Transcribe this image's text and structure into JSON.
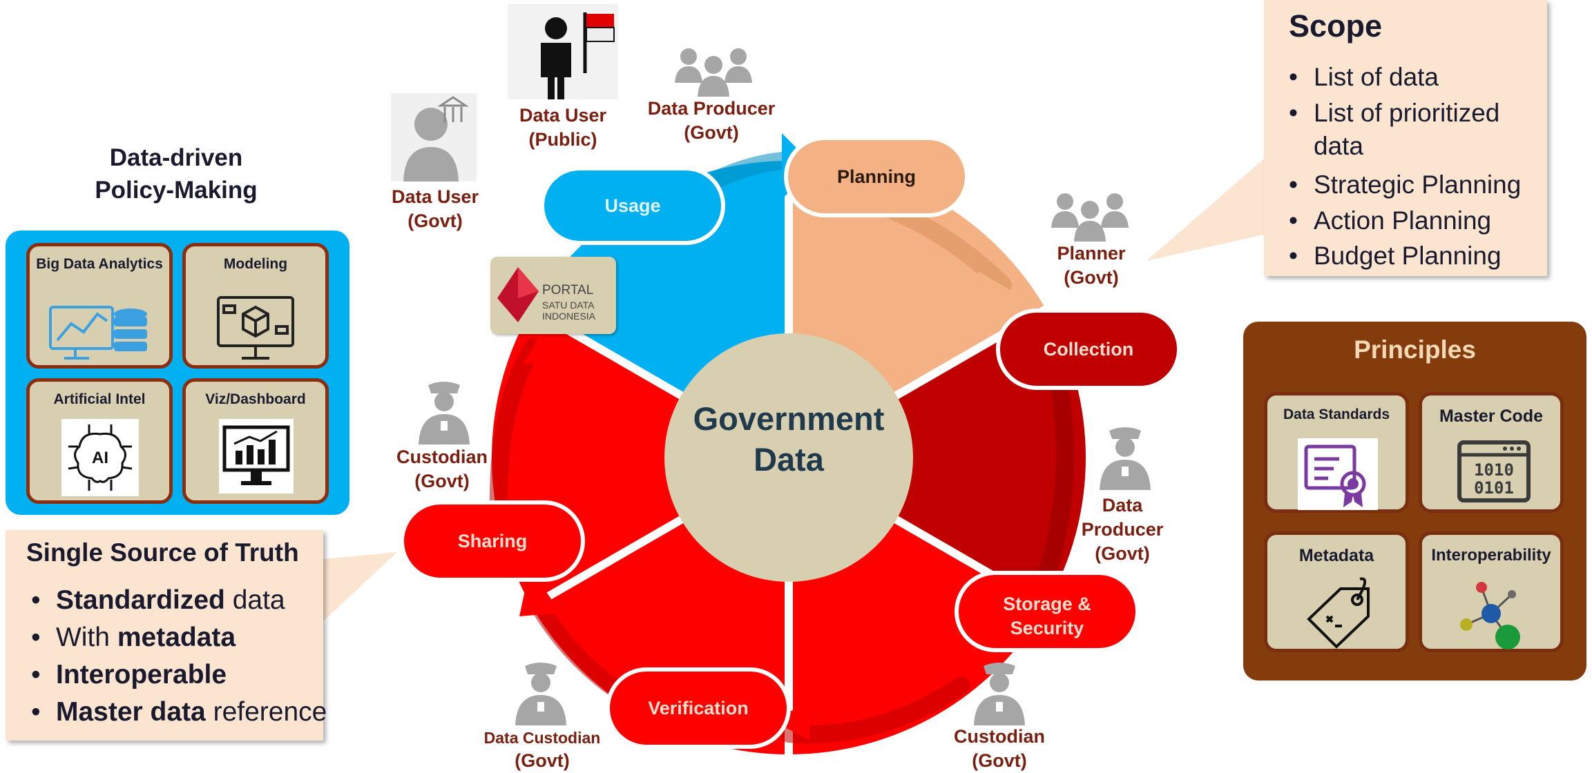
{
  "center": {
    "line1": "Government",
    "line2": "Data"
  },
  "cycle": {
    "planning": "Planning",
    "collection": "Collection",
    "storage_line1": "Storage  &",
    "storage_line2": "Security",
    "verification": "Verification",
    "sharing": "Sharing",
    "usage": "Usage"
  },
  "roles": {
    "data_user_public": [
      "Data User",
      "(Public)"
    ],
    "data_producer_top": [
      "Data Producer",
      "(Govt)"
    ],
    "data_user_govt": [
      "Data User",
      "(Govt)"
    ],
    "planner": [
      "Planner",
      "(Govt)"
    ],
    "data_producer_right": [
      "Data",
      "Producer",
      "(Govt)"
    ],
    "custodian_right": [
      "Custodian",
      "(Govt)"
    ],
    "data_custodian_bottom": [
      "Data Custodian",
      "(Govt)"
    ],
    "custodian_left": [
      "Custodian",
      "(Govt)"
    ]
  },
  "portal": {
    "line1": "PORTAL",
    "line2": "SATU DATA",
    "line3": "INDONESIA"
  },
  "policy": {
    "title_line1": "Data-driven",
    "title_line2": "Policy-Making",
    "tiles": [
      "Big Data Analytics",
      "Modeling",
      "Artificial Intel",
      "Viz/Dashboard"
    ],
    "ai_text": "AI"
  },
  "truth": {
    "title": "Single Source of Truth",
    "items": [
      {
        "bold": "Standardized",
        "rest": " data"
      },
      {
        "pre": "With ",
        "bold": "metadata"
      },
      {
        "bold": "Interoperable"
      },
      {
        "bold": "Master data",
        "rest": " reference"
      }
    ]
  },
  "scope": {
    "title": "Scope",
    "items": [
      "List of data",
      "List of prioritized data",
      "Strategic Planning",
      "Action Planning",
      "Budget Planning"
    ]
  },
  "principles": {
    "title": "Principles",
    "tiles": [
      "Data Standards",
      "Master Code",
      "Metadata",
      "Interoperability"
    ],
    "binary_line1": "1010",
    "binary_line2": "0101"
  },
  "colors": {
    "usage": "#00b0f0",
    "planning": "#f4b183",
    "collection": "#c00000",
    "red": "#ff0000",
    "center": "#d8cfb0",
    "role_text": "#7a1f10"
  }
}
